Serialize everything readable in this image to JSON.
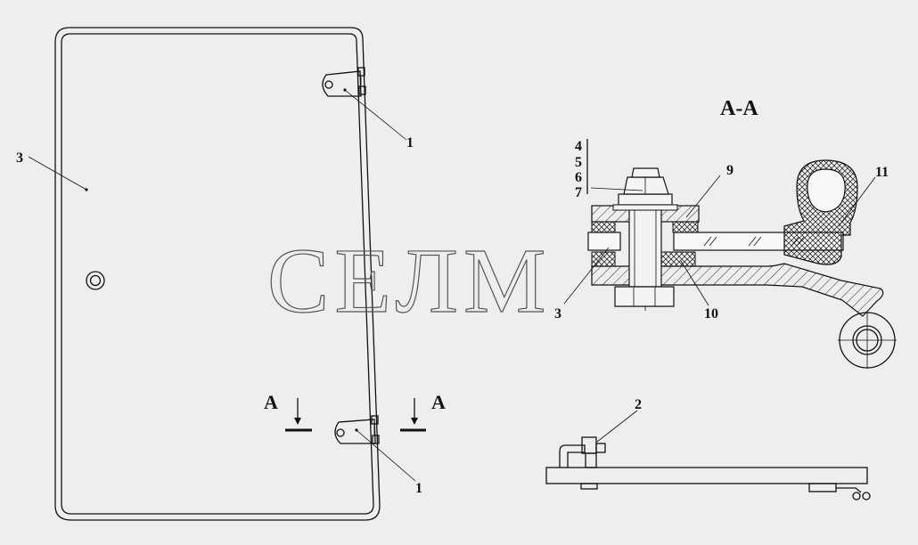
{
  "watermark": "СЕЛМ",
  "section_title": "А-А",
  "section_markers": {
    "left": "А",
    "right": "А"
  },
  "callouts": {
    "door_label": "3",
    "hinge_top": "1",
    "hinge_bottom": "1",
    "fastener_group": [
      "4",
      "5",
      "6",
      "7"
    ],
    "glass_label": "9",
    "seal_label": "11",
    "section_panel_label": "3",
    "washer_label": "10",
    "bracket_label": "2"
  },
  "colors": {
    "line": "#111111",
    "background": "#eeeeee",
    "watermark": "#555555"
  }
}
